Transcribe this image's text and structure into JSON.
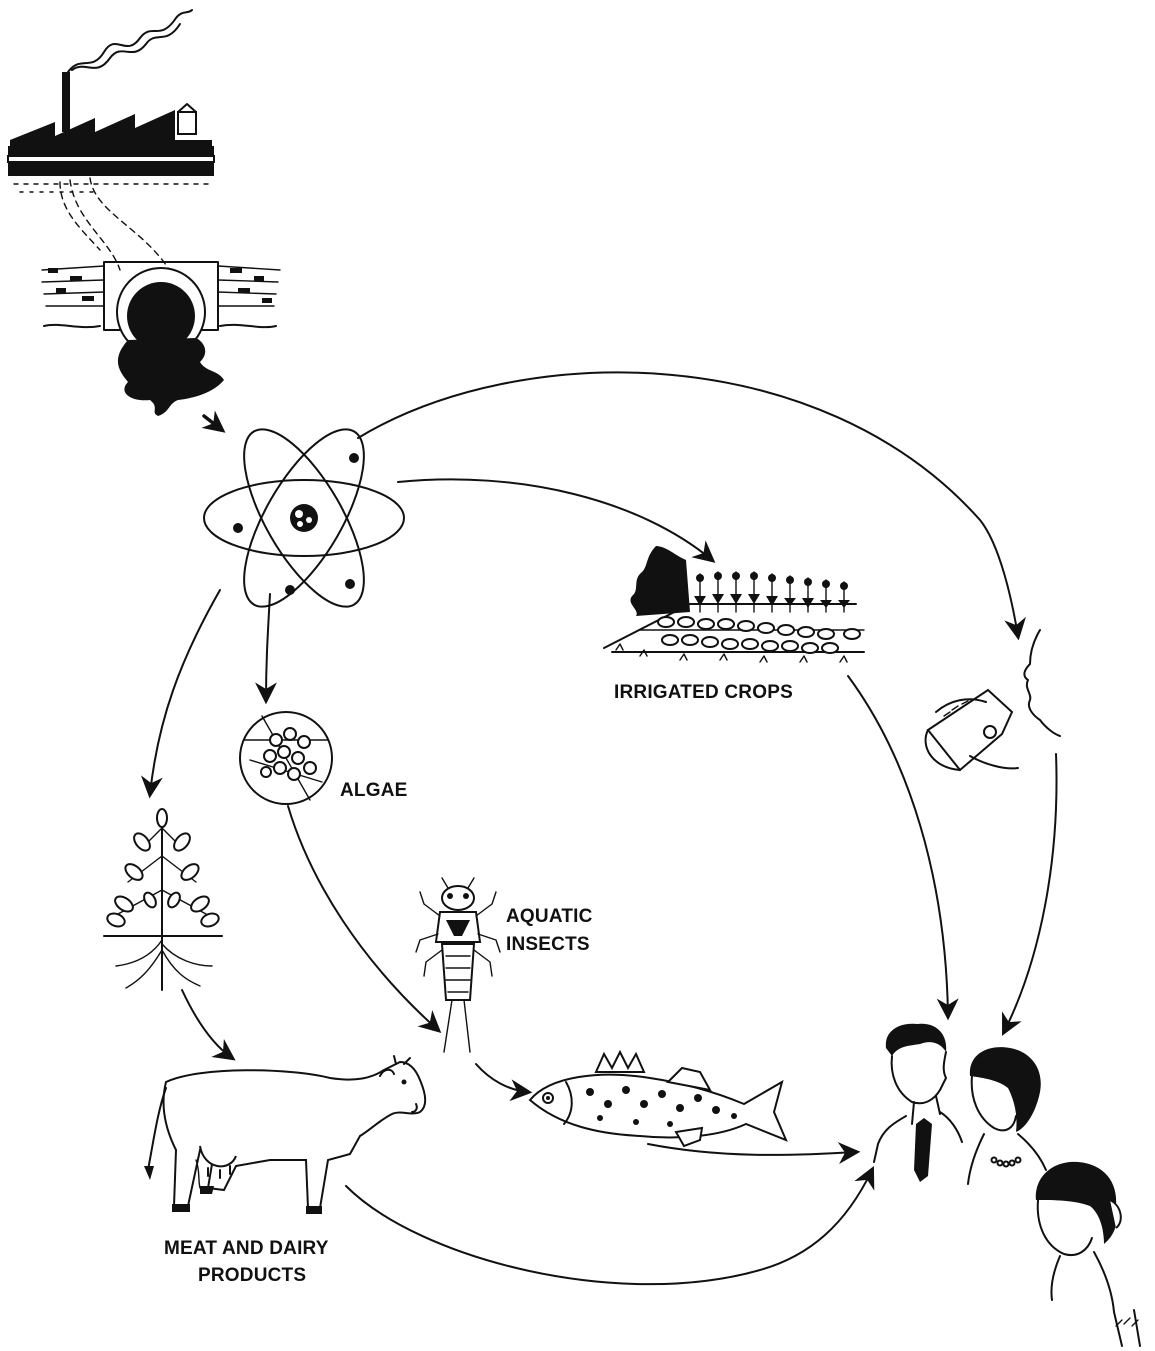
{
  "labels": {
    "irrigated_crops": "IRRIGATED CROPS",
    "algae": "ALGAE",
    "aquatic_insects_line1": "AQUATIC",
    "aquatic_insects_line2": "INSECTS",
    "meat_dairy_line1": "MEAT AND DAIRY",
    "meat_dairy_line2": "PRODUCTS"
  },
  "colors": {
    "ink": "#111111",
    "paper": "#ffffff"
  },
  "icons": {
    "factory": "factory-icon",
    "outfall": "sewer-outfall-icon",
    "atom": "atom-icon",
    "crops": "crop-field-icon",
    "drinking": "drinking-water-icon",
    "algae": "algae-icon",
    "insect": "aquatic-insect-icon",
    "plant": "plant-icon",
    "cow": "cow-icon",
    "fish": "fish-icon",
    "people": "people-icon"
  }
}
